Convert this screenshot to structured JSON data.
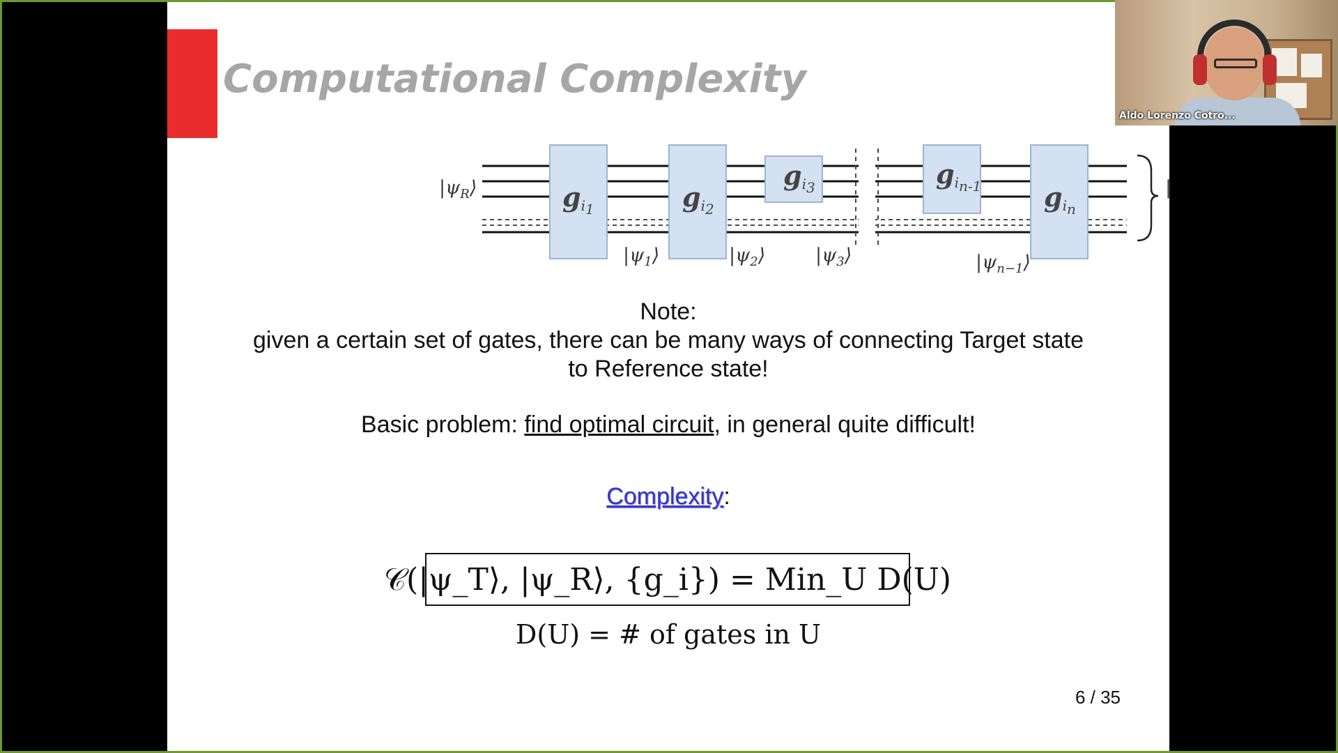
{
  "slide": {
    "title": "Computational Complexity",
    "circuit": {
      "input_state": "|ψ",
      "input_sub": "R",
      "gates": [
        {
          "base": "g",
          "sub": "i",
          "subsub": "1"
        },
        {
          "base": "g",
          "sub": "i",
          "subsub": "2"
        },
        {
          "base": "g",
          "sub": "i",
          "subsub": "3"
        },
        {
          "base": "g",
          "sub": "i",
          "subsub": "n-1"
        },
        {
          "base": "g",
          "sub": "i",
          "subsub": "n"
        }
      ],
      "intermediate_states": [
        {
          "base": "|ψ",
          "sub": "1"
        },
        {
          "base": "|ψ",
          "sub": "2"
        },
        {
          "base": "|ψ",
          "sub": "3"
        },
        {
          "base": "|ψ",
          "sub": "n−1"
        }
      ],
      "output_state": "|ψ",
      "output_sub": "n",
      "target_state": "|ψ",
      "target_sub": "T"
    },
    "note_heading": "Note:",
    "note_line1": "given a certain set of gates, there can be many ways of connecting Target state",
    "note_line2": "to Reference state!",
    "problem_prefix": "Basic problem: ",
    "problem_link": "find optimal circuit",
    "problem_suffix": ", in general quite difficult!",
    "complexity_link": "Complexity",
    "complexity_colon": ":",
    "formula": "𝒞(|ψ_T⟩, |ψ_R⟩, {g_i}) = Min_U D(U)",
    "formula_definition": "D(U) = # of gates in U",
    "page_number": "6 / 35"
  },
  "participant": {
    "name": "Aldo Lorenzo Cotro..."
  },
  "colors": {
    "title_accent": "#ea2c2c",
    "gate_fill": "#d3e1f3",
    "link_blue": "#3333cc",
    "frame_green": "#6d9a2e"
  }
}
